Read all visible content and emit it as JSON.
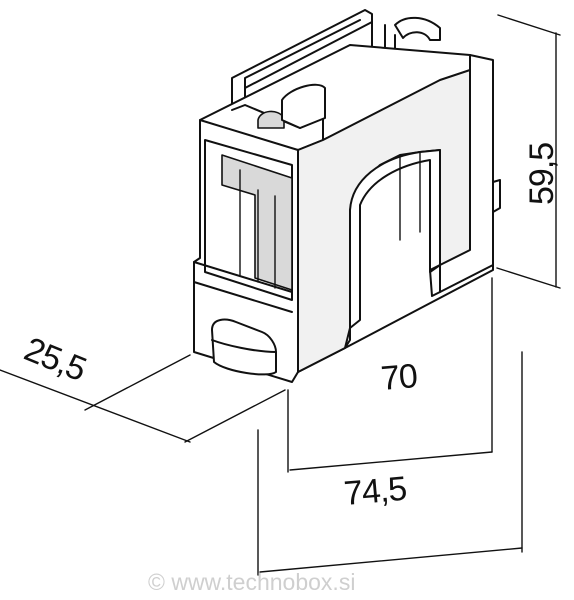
{
  "dimensions": {
    "depth": "25,5",
    "height": "59,5",
    "inner_width": "70",
    "outer_width": "74,5"
  },
  "watermark": {
    "text": "© www.technobox.si"
  },
  "colors": {
    "line": "#111111",
    "background": "#ffffff",
    "watermark": "#cfcfcf"
  }
}
